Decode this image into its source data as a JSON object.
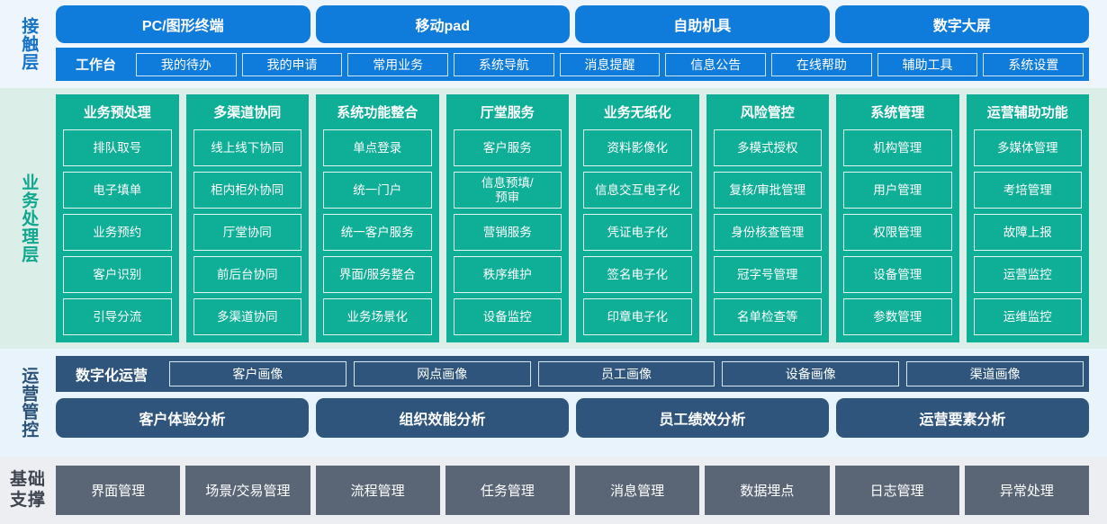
{
  "layers": {
    "contact": {
      "label": "接触层",
      "channels": [
        "PC/图形终端",
        "移动pad",
        "自助机具",
        "数字大屏"
      ],
      "workbench_title": "工作台",
      "workbench_items": [
        "我的待办",
        "我的申请",
        "常用业务",
        "系统导航",
        "消息提醒",
        "信息公告",
        "在线帮助",
        "辅助工具",
        "系统设置"
      ]
    },
    "business": {
      "label": "业务处理层",
      "columns": [
        {
          "title": "业务预处理",
          "items": [
            "排队取号",
            "电子填单",
            "业务预约",
            "客户识别",
            "引导分流"
          ]
        },
        {
          "title": "多渠道协同",
          "items": [
            "线上线下协同",
            "柜内柜外协同",
            "厅堂协同",
            "前后台协同",
            "多渠道协同"
          ]
        },
        {
          "title": "系统功能整合",
          "items": [
            "单点登录",
            "统一门户",
            "统一客户服务",
            "界面/服务整合",
            "业务场景化"
          ]
        },
        {
          "title": "厅堂服务",
          "items": [
            "客户服务",
            "信息预填/\n预审",
            "营销服务",
            "秩序维护",
            "设备监控"
          ]
        },
        {
          "title": "业务无纸化",
          "items": [
            "资料影像化",
            "信息交互电子化",
            "凭证电子化",
            "签名电子化",
            "印章电子化"
          ]
        },
        {
          "title": "风险管控",
          "items": [
            "多模式授权",
            "复核/审批管理",
            "身份核查管理",
            "冠字号管理",
            "名单检查等"
          ]
        },
        {
          "title": "系统管理",
          "items": [
            "机构管理",
            "用户管理",
            "权限管理",
            "设备管理",
            "参数管理"
          ]
        },
        {
          "title": "运营辅助功能",
          "items": [
            "多媒体管理",
            "考培管理",
            "故障上报",
            "运营监控",
            "运维监控"
          ]
        }
      ]
    },
    "operations": {
      "label": "运营管控",
      "digital_title": "数字化运营",
      "portrait_items": [
        "客户画像",
        "网点画像",
        "员工画像",
        "设备画像",
        "渠道画像"
      ],
      "analysis_items": [
        "客户体验分析",
        "组织效能分析",
        "员工绩效分析",
        "运营要素分析"
      ]
    },
    "foundation": {
      "label": "基础支撑",
      "items": [
        "界面管理",
        "场景/交易管理",
        "流程管理",
        "任务管理",
        "消息管理",
        "数据埋点",
        "日志管理",
        "异常处理"
      ]
    }
  },
  "colors": {
    "contact_blue": "#0f7bdb",
    "contact_bg": "#eef5fc",
    "business_teal": "#0fae97",
    "business_bg": "#dceee8",
    "ops_navy": "#2f557c",
    "ops_bg": "#e8f3fb",
    "foundation_gray": "#5a6676",
    "foundation_bg": "#eceef1"
  }
}
